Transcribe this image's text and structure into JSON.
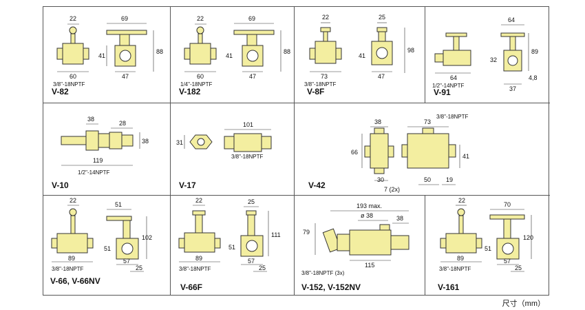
{
  "unit_note": "尺寸（mm）",
  "valves": [
    {
      "model": "V-82",
      "top": "22",
      "height": "88",
      "handle": "69",
      "side": "41",
      "width": "60",
      "bore": "47",
      "thread": "3/8\"-18NPTF"
    },
    {
      "model": "V-182",
      "top": "22",
      "height": "88",
      "handle": "69",
      "side": "41",
      "width": "60",
      "bore": "47",
      "thread": "1/4\"-18NPTF"
    },
    {
      "model": "V-8F",
      "top": "22",
      "height": "98",
      "handle": "25",
      "side": "41",
      "width": "73",
      "bore": "47",
      "thread": "3/8\"-18NPTF"
    },
    {
      "model": "V-91",
      "top": "64",
      "height": "89",
      "offset": "4,8",
      "side": "32",
      "width": "64",
      "bore": "37",
      "thread": "1/2\"-14NPTF"
    },
    {
      "model": "V-10",
      "hex": "38",
      "nut": "28",
      "height": "38",
      "length": "119",
      "thread": "1/2\"-14NPTF"
    },
    {
      "model": "V-17",
      "hex": "31",
      "length": "101",
      "thread": "3/8\"-18NPTF"
    },
    {
      "model": "V-42",
      "width": "38",
      "depth": "73",
      "height": "66",
      "side": "41",
      "base": "30",
      "off1": "50",
      "off2": "19",
      "holes": "7 (2x)",
      "thread": "3/8\"-18NPTF"
    },
    {
      "model": "V-66, V-66NV",
      "top": "22",
      "handle": "51",
      "height": "102",
      "side": "51",
      "width": "89",
      "bore": "57",
      "edge": "25",
      "thread": "3/8\"-18NPTF"
    },
    {
      "model": "V-66F",
      "top": "22",
      "handle": "25",
      "height": "111",
      "side": "51",
      "width": "89",
      "bore": "57",
      "edge": "25",
      "thread": "3/8\"-18NPTF"
    },
    {
      "model": "V-152, V-152NV",
      "max": "193 max.",
      "dia": "ø 38",
      "end": "38",
      "height": "79",
      "length": "115",
      "thread": "3/8\"-18NPTF   (3x)"
    },
    {
      "model": "V-161",
      "top": "22",
      "handle": "70",
      "height": "120",
      "side": "51",
      "width": "89",
      "bore": "57",
      "edge": "25",
      "thread": "3/8\"-18NPTF"
    }
  ]
}
